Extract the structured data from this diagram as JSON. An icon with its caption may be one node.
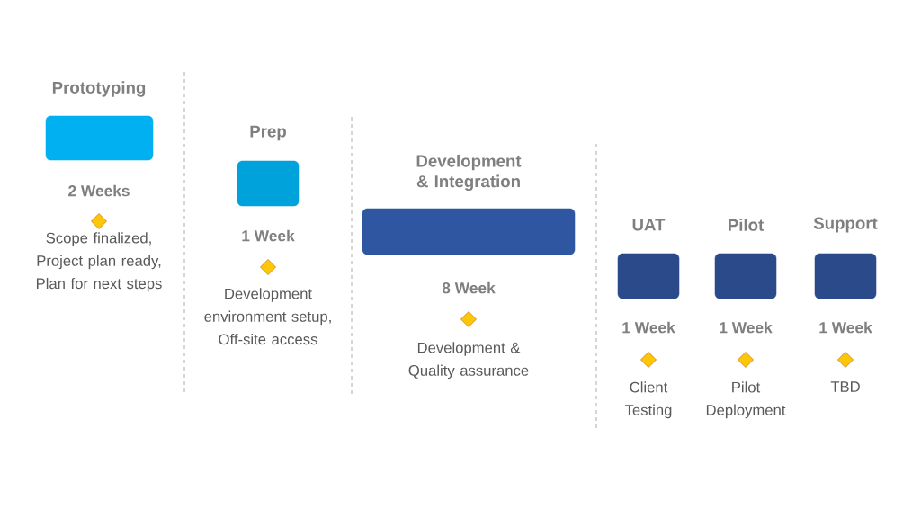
{
  "diagram": {
    "nodes": [
      {
        "text": [
          "Prototyping"
        ],
        "beside": [
          "2 Weeks",
          "Scope finalized, Project plan ready, Plan for next steps"
        ]
      },
      {
        "text": [
          "Prep"
        ],
        "beside": [
          "1 Week",
          "Development environment setup, Off-site access"
        ]
      },
      {
        "text": [
          "Development & Integration"
        ],
        "beside": [
          "8 Week",
          "Development & Quality assurance"
        ]
      },
      {
        "text": [
          "UAT"
        ],
        "beside": [
          "1 Week",
          "Client Testing"
        ]
      },
      {
        "text": [
          "Pilot"
        ],
        "beside": [
          "1 Week",
          "Pilot Deployment"
        ]
      },
      {
        "text": [
          "Support"
        ],
        "beside": [
          "1 Week",
          "TBD"
        ]
      }
    ],
    "edges": []
  }
}
